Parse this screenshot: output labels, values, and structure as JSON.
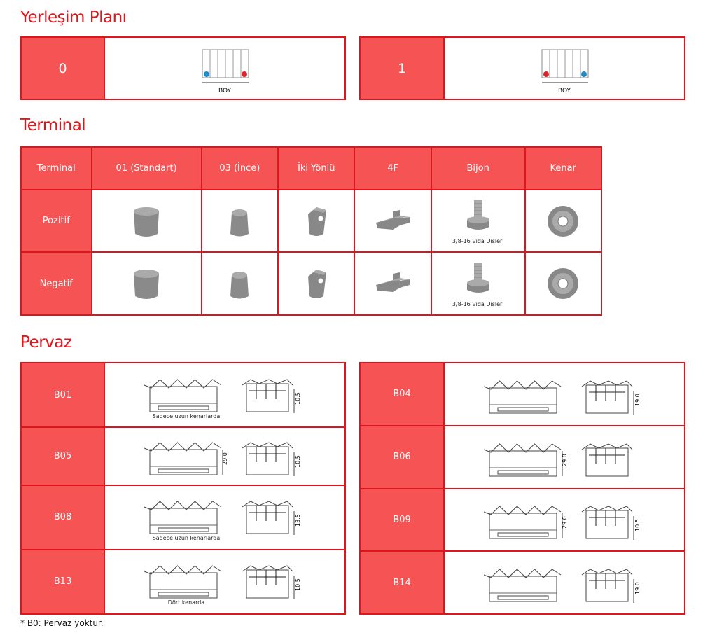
{
  "sections": {
    "layout": "Yerleşim Planı",
    "terminal": "Terminal",
    "pervaz": "Pervaz"
  },
  "layout": [
    {
      "code": "0",
      "label": "BOY",
      "left": "minus",
      "right": "plus"
    },
    {
      "code": "1",
      "label": "BOY",
      "left": "plus",
      "right": "minus"
    }
  ],
  "terminal": {
    "headers": [
      "Terminal",
      "01 (Standart)",
      "03 (İnce)",
      "İki Yönlü",
      "4F",
      "Bijon",
      "Kenar"
    ],
    "rows": [
      "Pozitif",
      "Negatif"
    ],
    "bijon_caption": "3/8-16 Vida Dişleri"
  },
  "pervaz": [
    {
      "code": "B01",
      "caption": "Sadece uzun kenarlarda",
      "dim": "10.5"
    },
    {
      "code": "B04",
      "caption": "",
      "dim": "19.0"
    },
    {
      "code": "B05",
      "caption": "",
      "dim": "10.5",
      "front_dim": "29.0"
    },
    {
      "code": "B06",
      "caption": "",
      "dim": "",
      "front_dim": "29.0"
    },
    {
      "code": "B08",
      "caption": "Sadece uzun kenarlarda",
      "dim": "13.5"
    },
    {
      "code": "B09",
      "caption": "",
      "dim": "10.5",
      "front_dim": "29.0"
    },
    {
      "code": "B13",
      "caption": "Dört kenarda",
      "dim": "10.5"
    },
    {
      "code": "B14",
      "caption": "",
      "dim": "19.0"
    }
  ],
  "footnote": "* B0: Pervaz yoktur.",
  "colors": {
    "title": "#e3141b",
    "cell": "#f55354",
    "border": "#e0141c",
    "plus": "#e0242a",
    "minus": "#1e8ac8"
  }
}
